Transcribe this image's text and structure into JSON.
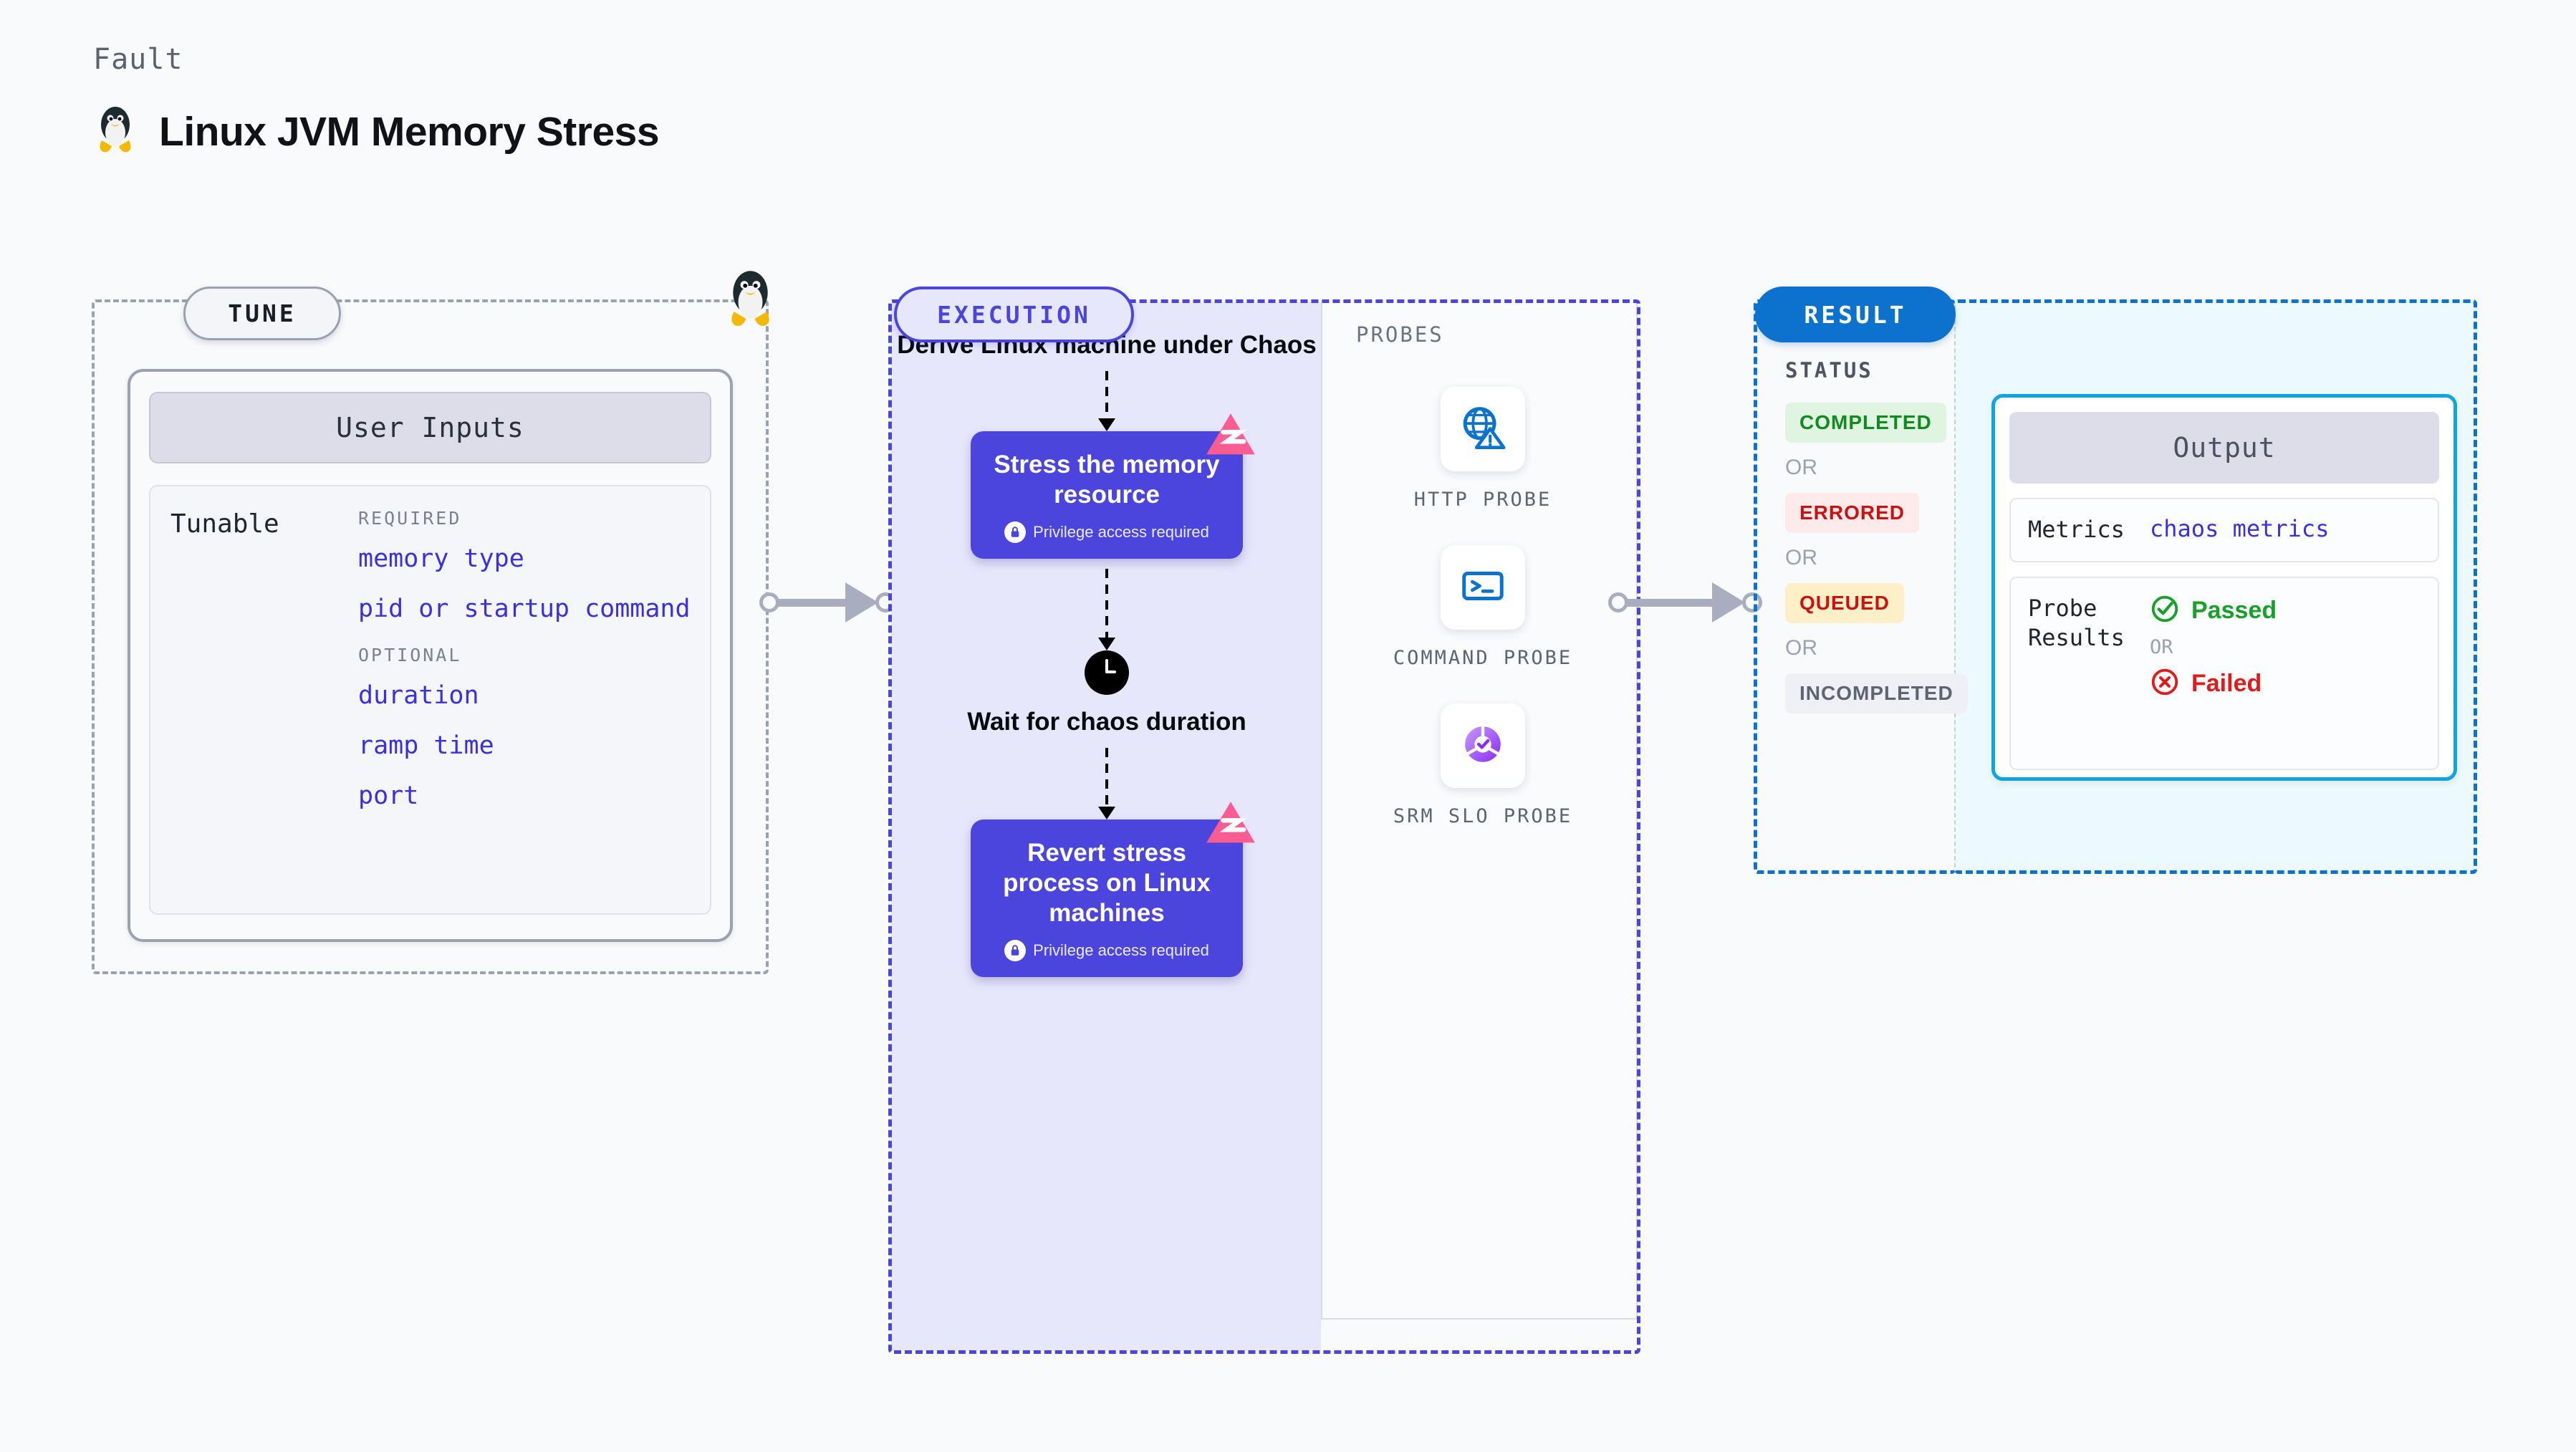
{
  "header": {
    "kicker": "Fault",
    "title": "Linux JVM Memory Stress",
    "icon": "tux-penguin-icon"
  },
  "tune": {
    "badge": "TUNE",
    "penguin_icon": "tux-penguin-icon",
    "card_title": "User Inputs",
    "tunable_label": "Tunable",
    "groups": [
      {
        "label": "REQUIRED",
        "items": [
          "memory type",
          "pid or startup command"
        ]
      },
      {
        "label": "OPTIONAL",
        "items": [
          "duration",
          "ramp time",
          "port"
        ]
      }
    ]
  },
  "execution": {
    "badge": "EXECUTION",
    "steps": [
      {
        "type": "text",
        "label": "Derive Linux machine under Chaos"
      },
      {
        "type": "card",
        "label": "Stress the memory resource",
        "sub": "Privilege access required",
        "chaos_badge": true
      },
      {
        "type": "clock",
        "label": "Wait for chaos duration"
      },
      {
        "type": "card",
        "label": "Revert stress process on Linux machines",
        "sub": "Privilege access required",
        "chaos_badge": true
      }
    ]
  },
  "probes": {
    "title": "PROBES",
    "items": [
      {
        "label": "HTTP PROBE",
        "icon": "globe-warning-icon"
      },
      {
        "label": "COMMAND PROBE",
        "icon": "terminal-icon"
      },
      {
        "label": "SRM SLO PROBE",
        "icon": "slo-check-icon"
      }
    ]
  },
  "result": {
    "badge": "RESULT",
    "status_title": "STATUS",
    "or_label": "OR",
    "statuses": [
      {
        "label": "COMPLETED",
        "style": "chip-completed"
      },
      {
        "label": "ERRORED",
        "style": "chip-errored"
      },
      {
        "label": "QUEUED",
        "style": "chip-queued"
      },
      {
        "label": "INCOMPLETED",
        "style": "chip-incomplete"
      }
    ],
    "output": {
      "title": "Output",
      "metrics_key": "Metrics",
      "metrics_value": "chaos metrics",
      "probe_key": "Probe Results",
      "passed": "Passed",
      "failed": "Failed",
      "or_label": "OR"
    }
  },
  "colors": {
    "purple": "#4b45de",
    "blue": "#0d71ce",
    "cyan": "#0fa5e0",
    "pink": "#fb5c92",
    "green": "#19a02a",
    "red": "#e01b1b",
    "gray": "#9aa1b1"
  }
}
